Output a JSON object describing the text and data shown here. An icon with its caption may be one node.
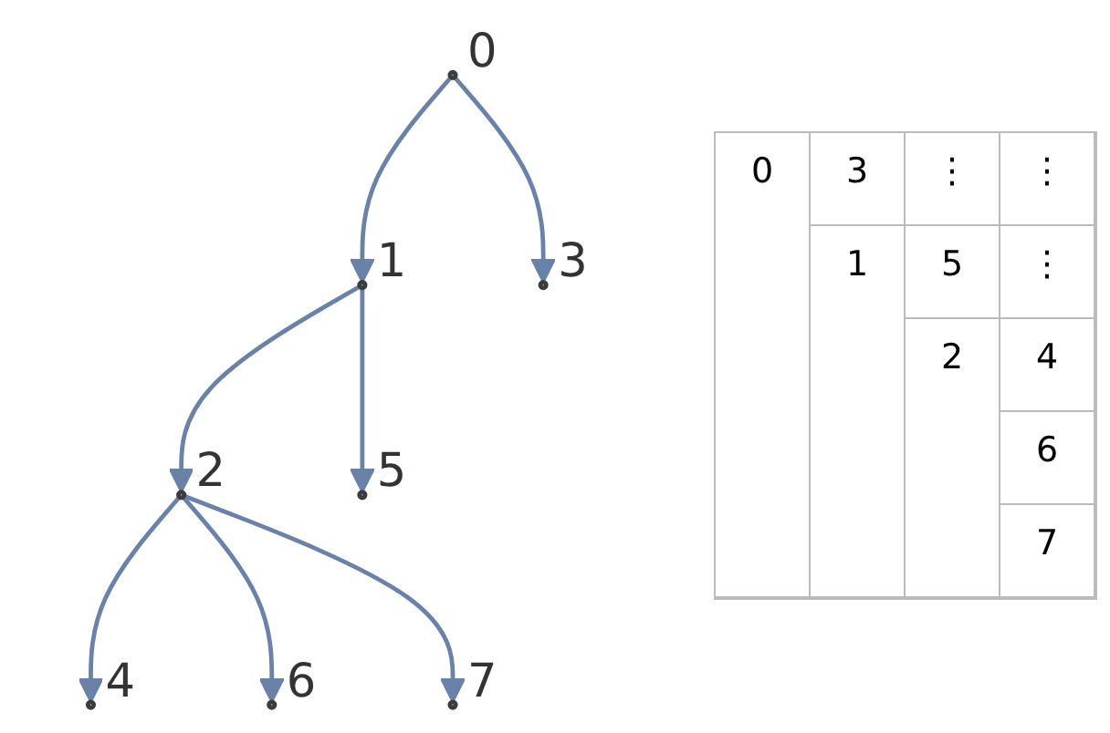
{
  "diagram": {
    "nodes": [
      {
        "text": [],
        "shape": "circle",
        "beside": [
          "0"
        ]
      },
      {
        "text": [],
        "shape": "circle",
        "beside": [
          "1"
        ]
      },
      {
        "text": [],
        "shape": "circle",
        "beside": [
          "3"
        ]
      },
      {
        "text": [],
        "shape": "circle",
        "beside": [
          "2"
        ]
      },
      {
        "text": [],
        "shape": "circle",
        "beside": [
          "5"
        ]
      },
      {
        "text": [],
        "shape": "circle",
        "beside": [
          "4"
        ]
      },
      {
        "text": [],
        "shape": "circle",
        "beside": [
          "6"
        ]
      },
      {
        "text": [],
        "shape": "circle",
        "beside": [
          "7"
        ]
      }
    ],
    "edges": [
      {
        "from": 0,
        "to": 1,
        "arrow": "to"
      },
      {
        "from": 0,
        "to": 2,
        "arrow": "to"
      },
      {
        "from": 1,
        "to": 3,
        "arrow": "to"
      },
      {
        "from": 1,
        "to": 4,
        "arrow": "to"
      },
      {
        "from": 3,
        "to": 5,
        "arrow": "to"
      },
      {
        "from": 3,
        "to": 6,
        "arrow": "to"
      },
      {
        "from": 3,
        "to": 7,
        "arrow": "to"
      }
    ],
    "labels": [
      "0",
      "3",
      "⋮",
      "⋮",
      "1",
      "5",
      "⋮",
      "2",
      "4",
      "6",
      "7"
    ]
  }
}
